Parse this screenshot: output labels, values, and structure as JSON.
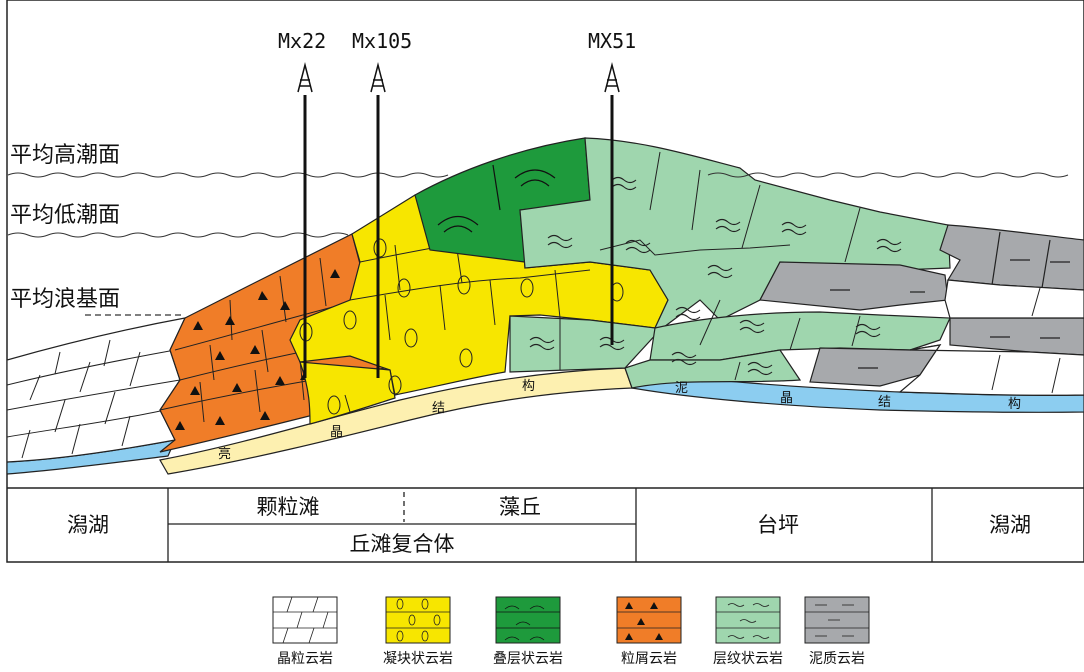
{
  "wells": [
    "Mx22",
    "Mx105",
    "MX51"
  ],
  "levels": {
    "high_tide": "平均高潮面",
    "low_tide": "平均低潮面",
    "wave_base": "平均浪基面"
  },
  "crust_chars": [
    "亮",
    "晶",
    "结",
    "构",
    "泥",
    "晶",
    "结",
    "构"
  ],
  "table": {
    "lagoon_left": "潟湖",
    "grain_shoal": "颗粒滩",
    "algal_mound": "藻丘",
    "complex": "丘滩复合体",
    "platform": "台坪",
    "lagoon_right": "潟湖"
  },
  "legend": [
    {
      "label": "晶粒云岩",
      "icon": "brick-white-icon",
      "color": "#ffffff"
    },
    {
      "label": "凝块状云岩",
      "icon": "clot-yellow-icon",
      "color": "#f7e600"
    },
    {
      "label": "叠层状云岩",
      "icon": "stromatolite-green-icon",
      "color": "#1e9a3c"
    },
    {
      "label": "粒屑云岩",
      "icon": "triangle-orange-icon",
      "color": "#f07d28"
    },
    {
      "label": "层纹状云岩",
      "icon": "wave-lightgreen-icon",
      "color": "#9fd6ae"
    },
    {
      "label": "泥质云岩",
      "icon": "dash-gray-icon",
      "color": "#a7a9ac"
    }
  ],
  "colors": {
    "white": "#ffffff",
    "yellow": "#f7e600",
    "green": "#1e9a3c",
    "orange": "#f07d28",
    "lightgreen": "#9fd6ae",
    "gray": "#a7a9ac",
    "cream": "#fdf0b0",
    "blue": "#8ccdf0"
  }
}
